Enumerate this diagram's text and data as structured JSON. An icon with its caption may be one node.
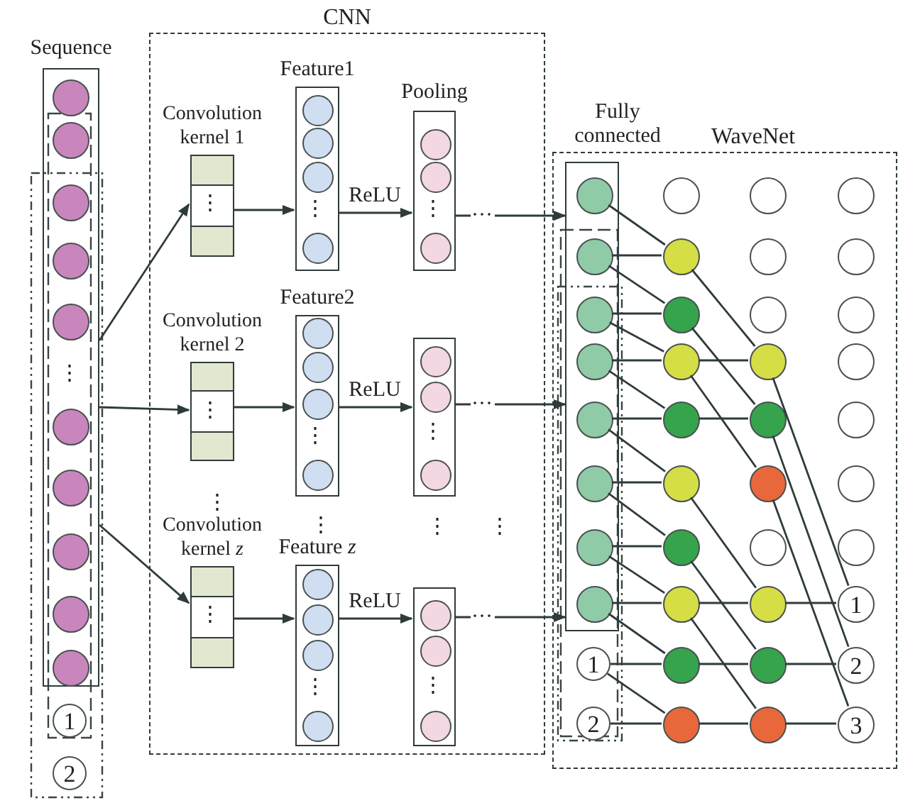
{
  "diagram": {
    "nodes": [
      {
        "text": [
          "Sequence"
        ]
      },
      {
        "text": [],
        "shape": "circle",
        "in": 0
      },
      {
        "text": [],
        "shape": "circle",
        "in": 0
      },
      {
        "text": [],
        "shape": "circle",
        "in": 0
      },
      {
        "text": [],
        "shape": "circle",
        "in": 0
      },
      {
        "text": [],
        "shape": "circle",
        "in": 0
      },
      {
        "text": [],
        "shape": "circle",
        "in": 0
      },
      {
        "text": [],
        "shape": "circle",
        "in": 0
      },
      {
        "text": [],
        "shape": "circle",
        "in": 0
      },
      {
        "text": [],
        "shape": "circle",
        "in": 0
      },
      {
        "text": [],
        "shape": "circle",
        "in": 0
      },
      {
        "text": [
          "1"
        ]
      },
      {
        "text": [
          "2"
        ]
      },
      {
        "text": [
          "CNN"
        ]
      },
      {
        "text": [
          "Convolution kernel 1"
        ],
        "in": 13
      },
      {
        "text": [
          "Feature1"
        ],
        "in": 13
      },
      {
        "text": [],
        "shape": "circle",
        "in": 15
      },
      {
        "text": [],
        "shape": "circle",
        "in": 15
      },
      {
        "text": [],
        "shape": "circle",
        "in": 15
      },
      {
        "text": [],
        "shape": "circle",
        "in": 15
      },
      {
        "text": [
          "Pooling"
        ],
        "in": 13
      },
      {
        "text": [],
        "shape": "circle",
        "in": 20
      },
      {
        "text": [],
        "shape": "circle",
        "in": 20
      },
      {
        "text": [],
        "shape": "circle",
        "in": 20
      },
      {
        "text": [
          "Convolution kernel 2"
        ],
        "in": 13
      },
      {
        "text": [
          "Feature2"
        ],
        "in": 13
      },
      {
        "text": [],
        "shape": "circle",
        "in": 25
      },
      {
        "text": [],
        "shape": "circle",
        "in": 25
      },
      {
        "text": [],
        "shape": "circle",
        "in": 25
      },
      {
        "text": [],
        "shape": "circle",
        "in": 25
      },
      {
        "text": [],
        "shape": "box",
        "in": 13
      },
      {
        "text": [],
        "shape": "circle",
        "in": 30
      },
      {
        "text": [],
        "shape": "circle",
        "in": 30
      },
      {
        "text": [],
        "shape": "circle",
        "in": 30
      },
      {
        "text": [
          "Convolution kernel *z*"
        ],
        "in": 13
      },
      {
        "text": [
          "Feature *z*"
        ],
        "in": 13
      },
      {
        "text": [],
        "shape": "circle",
        "in": 35
      },
      {
        "text": [],
        "shape": "circle",
        "in": 35
      },
      {
        "text": [],
        "shape": "circle",
        "in": 35
      },
      {
        "text": [],
        "shape": "circle",
        "in": 35
      },
      {
        "text": [],
        "shape": "box",
        "in": 13
      },
      {
        "text": [],
        "shape": "circle",
        "in": 40
      },
      {
        "text": [],
        "shape": "circle",
        "in": 40
      },
      {
        "text": [],
        "shape": "circle",
        "in": 40
      },
      {
        "text": [
          "Fully connected"
        ],
        "in": 55
      },
      {
        "text": [],
        "shape": "circle",
        "in": 44
      },
      {
        "text": [],
        "shape": "circle",
        "in": 44
      },
      {
        "text": [],
        "shape": "circle",
        "in": 44
      },
      {
        "text": [],
        "shape": "circle",
        "in": 44
      },
      {
        "text": [],
        "shape": "circle",
        "in": 44
      },
      {
        "text": [],
        "shape": "circle",
        "in": 44
      },
      {
        "text": [],
        "shape": "circle",
        "in": 44
      },
      {
        "text": [],
        "shape": "circle",
        "in": 44
      },
      {
        "text": [
          "1"
        ],
        "in": 55
      },
      {
        "text": [
          "2"
        ],
        "in": 55
      },
      {
        "text": [
          "WaveNet"
        ]
      },
      {
        "text": [],
        "shape": "circle",
        "in": 55
      },
      {
        "text": [],
        "shape": "circle",
        "in": 55
      },
      {
        "text": [],
        "shape": "circle",
        "in": 55
      },
      {
        "text": [],
        "shape": "circle",
        "in": 55
      },
      {
        "text": [],
        "shape": "circle",
        "in": 55
      },
      {
        "text": [],
        "shape": "circle",
        "in": 55
      },
      {
        "text": [],
        "shape": "circle",
        "in": 55
      },
      {
        "text": [],
        "shape": "circle",
        "in": 55
      },
      {
        "text": [],
        "shape": "circle",
        "in": 55
      },
      {
        "text": [],
        "shape": "circle",
        "in": 55
      },
      {
        "text": [],
        "shape": "circle",
        "in": 55
      },
      {
        "text": [],
        "shape": "circle",
        "in": 55
      },
      {
        "text": [],
        "shape": "circle",
        "in": 55
      },
      {
        "text": [],
        "shape": "circle",
        "in": 55
      },
      {
        "text": [],
        "shape": "circle",
        "in": 55
      },
      {
        "text": [],
        "shape": "circle",
        "in": 55
      },
      {
        "text": [],
        "shape": "circle",
        "in": 55
      },
      {
        "text": [],
        "shape": "circle",
        "in": 55
      },
      {
        "text": [],
        "shape": "circle",
        "in": 55
      },
      {
        "text": [],
        "shape": "circle",
        "in": 55
      },
      {
        "text": [],
        "shape": "circle",
        "in": 55
      },
      {
        "text": [],
        "shape": "circle",
        "in": 55
      },
      {
        "text": [],
        "shape": "circle",
        "in": 55
      },
      {
        "text": [],
        "shape": "circle",
        "in": 55
      },
      {
        "text": [],
        "shape": "circle",
        "in": 55
      },
      {
        "text": [],
        "shape": "circle",
        "in": 55
      },
      {
        "text": [],
        "shape": "circle",
        "in": 55
      },
      {
        "text": [
          "1"
        ],
        "in": 55
      },
      {
        "text": [
          "2"
        ],
        "in": 55
      },
      {
        "text": [
          "3"
        ],
        "in": 55
      }
    ],
    "edges": [
      {
        "from": 0,
        "to": 14,
        "arrow": "to"
      },
      {
        "from": 0,
        "to": 24,
        "arrow": "to"
      },
      {
        "from": 0,
        "to": 34,
        "arrow": "to"
      },
      {
        "from": 14,
        "to": 15,
        "arrow": "to"
      },
      {
        "from": 15,
        "to": 20,
        "arrow": "to",
        "label": "ReLU"
      },
      {
        "from": 20,
        "to": 44,
        "arrow": "to",
        "label": "···"
      },
      {
        "from": 24,
        "to": 25,
        "arrow": "to"
      },
      {
        "from": 25,
        "to": 30,
        "arrow": "to",
        "label": "ReLU"
      },
      {
        "from": 30,
        "to": 44,
        "arrow": "to",
        "label": "···"
      },
      {
        "from": 34,
        "to": 35,
        "arrow": "to"
      },
      {
        "from": 35,
        "to": 40,
        "arrow": "to",
        "label": "ReLU"
      },
      {
        "from": 40,
        "to": 44,
        "arrow": "to",
        "label": "···"
      },
      {
        "from": 45,
        "to": 57,
        "arrow": "none"
      },
      {
        "from": 46,
        "to": 57,
        "arrow": "none"
      },
      {
        "from": 46,
        "to": 58,
        "arrow": "none"
      },
      {
        "from": 47,
        "to": 58,
        "arrow": "none"
      },
      {
        "from": 47,
        "to": 59,
        "arrow": "none"
      },
      {
        "from": 48,
        "to": 59,
        "arrow": "none"
      },
      {
        "from": 48,
        "to": 60,
        "arrow": "none"
      },
      {
        "from": 49,
        "to": 60,
        "arrow": "none"
      },
      {
        "from": 49,
        "to": 61,
        "arrow": "none"
      },
      {
        "from": 50,
        "to": 61,
        "arrow": "none"
      },
      {
        "from": 50,
        "to": 62,
        "arrow": "none"
      },
      {
        "from": 51,
        "to": 62,
        "arrow": "none"
      },
      {
        "from": 51,
        "to": 63,
        "arrow": "none"
      },
      {
        "from": 52,
        "to": 63,
        "arrow": "none"
      },
      {
        "from": 52,
        "to": 64,
        "arrow": "none"
      },
      {
        "from": 53,
        "to": 64,
        "arrow": "none"
      },
      {
        "from": 53,
        "to": 65,
        "arrow": "none"
      },
      {
        "from": 54,
        "to": 65,
        "arrow": "none"
      },
      {
        "from": 57,
        "to": 69,
        "arrow": "none"
      },
      {
        "from": 59,
        "to": 69,
        "arrow": "none"
      },
      {
        "from": 58,
        "to": 70,
        "arrow": "none"
      },
      {
        "from": 60,
        "to": 70,
        "arrow": "none"
      },
      {
        "from": 59,
        "to": 71,
        "arrow": "none"
      },
      {
        "from": 61,
        "to": 73,
        "arrow": "none"
      },
      {
        "from": 63,
        "to": 73,
        "arrow": "none"
      },
      {
        "from": 62,
        "to": 74,
        "arrow": "none"
      },
      {
        "from": 64,
        "to": 74,
        "arrow": "none"
      },
      {
        "from": 63,
        "to": 75,
        "arrow": "none"
      },
      {
        "from": 65,
        "to": 75,
        "arrow": "none"
      },
      {
        "from": 69,
        "to": 83,
        "arrow": "none"
      },
      {
        "from": 73,
        "to": 83,
        "arrow": "none"
      },
      {
        "from": 70,
        "to": 84,
        "arrow": "none"
      },
      {
        "from": 74,
        "to": 84,
        "arrow": "none"
      },
      {
        "from": 71,
        "to": 85,
        "arrow": "none"
      },
      {
        "from": 75,
        "to": 85,
        "arrow": "none"
      }
    ],
    "labels": [
      "⋮",
      "⋮",
      "⋮",
      "⋮",
      "⋮",
      "⋮",
      "⋮",
      "⋮",
      "⋮",
      "⋮",
      "⋮",
      "⋮",
      "⋮",
      "⋮"
    ]
  }
}
